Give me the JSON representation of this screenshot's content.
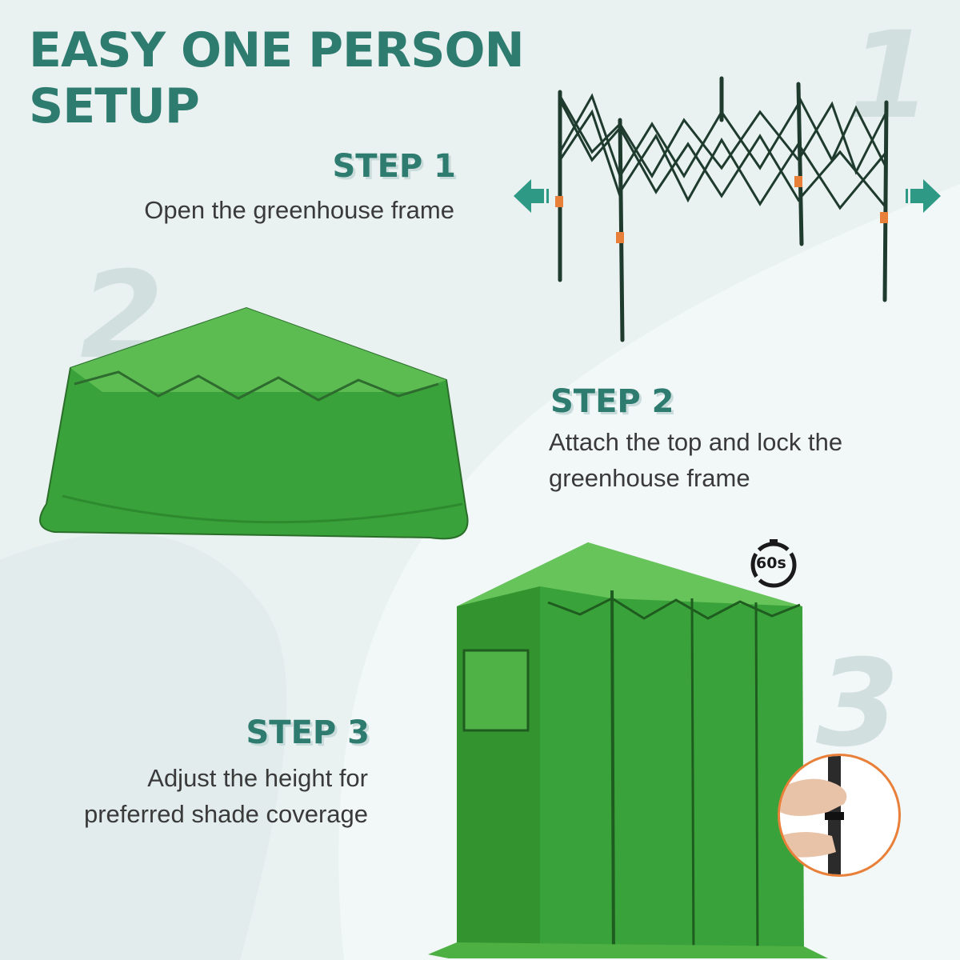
{
  "title": {
    "line1": "EASY ONE PERSON",
    "line2": "SETUP"
  },
  "steps": [
    {
      "number": "1",
      "heading": "STEP 1",
      "lines": [
        "Open the greenhouse frame"
      ]
    },
    {
      "number": "2",
      "heading": "STEP 2",
      "lines": [
        "Attach the top and lock the",
        "greenhouse frame"
      ]
    },
    {
      "number": "3",
      "heading": "STEP 3",
      "lines": [
        "Adjust the height for",
        "preferred shade coverage"
      ]
    }
  ],
  "timer_badge": {
    "text": "60s",
    "icon": "stopwatch-icon"
  },
  "colors": {
    "accent": "#2e7b6f",
    "background": "#e9f1f1",
    "greenhouse": "#3aa23a",
    "frame": "#1e3b2e",
    "highlight": "#e8803a"
  }
}
